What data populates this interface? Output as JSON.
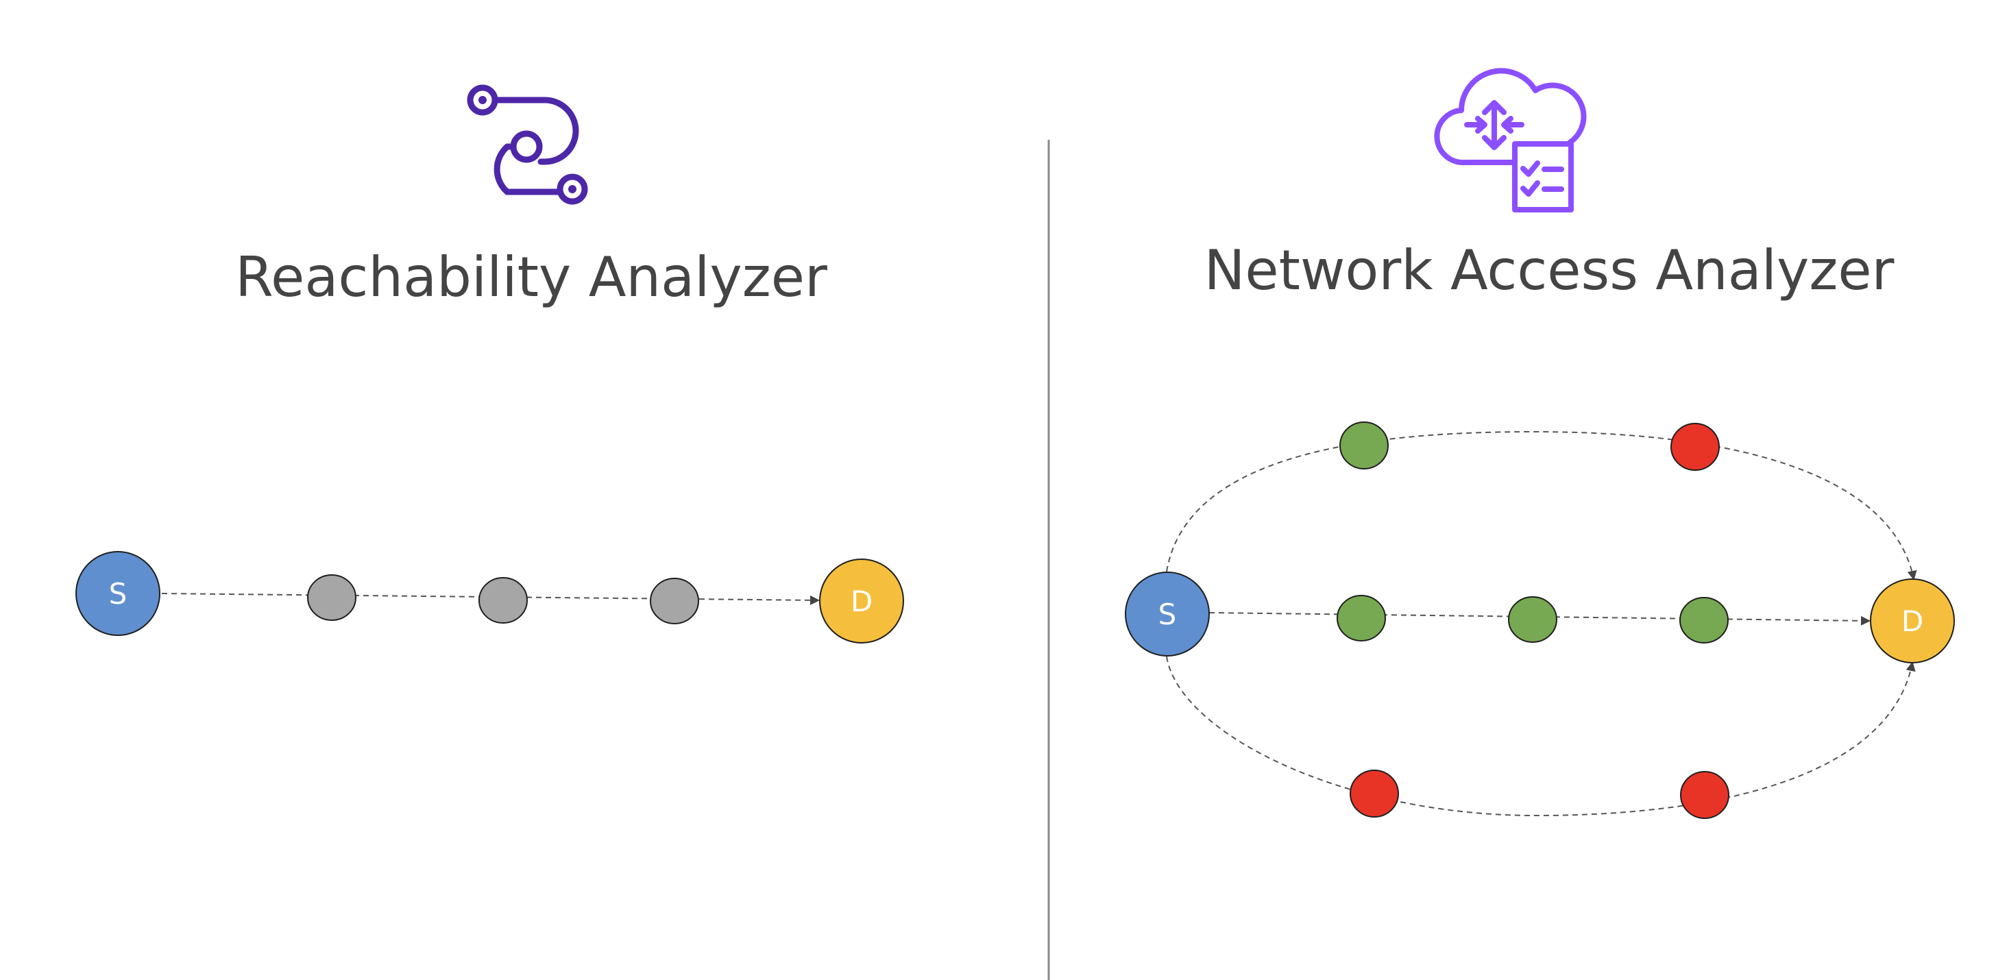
{
  "panels": {
    "reachability": {
      "title": "Reachability Analyzer",
      "icon": "route-path-icon",
      "icon_color": "#4d27a8",
      "source_label": "S",
      "destination_label": "D"
    },
    "network_access": {
      "title": "Network Access Analyzer",
      "icon": "cloud-router-checklist-icon",
      "icon_color": "#8c4fff",
      "source_label": "S",
      "destination_label": "D"
    }
  },
  "colors": {
    "source": "#5f8fcf",
    "destination": "#f5bf3d",
    "hop_neutral": "#a6a6a6",
    "hop_allowed": "#77a852",
    "hop_denied": "#e83427",
    "edge": "#555555",
    "title_text": "#444444",
    "divider": "#8a8a8a"
  }
}
